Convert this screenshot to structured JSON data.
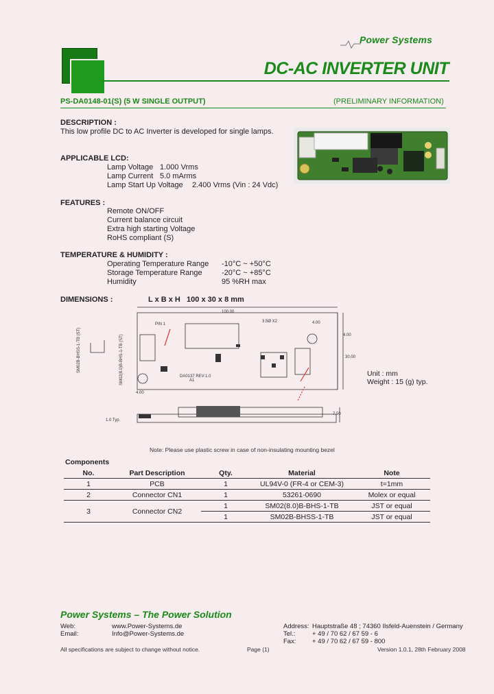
{
  "brand": "Power Systems",
  "title": "DC-AC INVERTER UNIT",
  "model": "PS-DA0148-01(S) (5 W SINGLE OUTPUT)",
  "preliminary": "(PRELIMINARY INFORMATION)",
  "description": {
    "heading": "DESCRIPTION :",
    "text": "This low profile DC to AC Inverter is developed for single lamps."
  },
  "lcd": {
    "heading": "APPLICABLE LCD:",
    "rows": [
      {
        "label": "Lamp Voltage",
        "value": "1.000 Vrms"
      },
      {
        "label": "Lamp Current",
        "value": "5.0 mArms"
      },
      {
        "label": "Lamp Start Up Voltage",
        "value": "2.400 Vrms (Vin : 24 Vdc)"
      }
    ]
  },
  "features": {
    "heading": "FEATURES :",
    "items": [
      "Remote ON/OFF",
      "Current balance circuit",
      "Extra high starting Voltage",
      "RoHS compliant (S)"
    ]
  },
  "temp": {
    "heading": "TEMPERATURE & HUMIDITY :",
    "rows": [
      {
        "label": "Operating Temperature Range",
        "value": "-10°C ~ +50°C"
      },
      {
        "label": "Storage Temperature Range",
        "value": "-20°C ~ +85°C"
      },
      {
        "label": "Humidity",
        "value": "95 %RH max"
      }
    ]
  },
  "dimensions": {
    "heading": "DIMENSIONS :",
    "value": "L x B x H   100 x 30 x 8 mm",
    "unit": "Unit : mm",
    "weight": "Weight : 15 (g) typ.",
    "note": "Note: Please use plastic screw in case of non-insulating mounting bezel",
    "drawing_labels": {
      "length": "100.00",
      "pin1": "PIN 1",
      "hole": "3.5Ø X2",
      "right_top": "4.00",
      "right_mid": "4.00",
      "height": "30.00",
      "bottom_left": "4.00",
      "side_height": "7.50",
      "side_typ": "1.0 Typ.",
      "board_text": "DA0137 REV:1.0",
      "board_sub": "A1",
      "conn1": "SM02B-BHSS-1-TB (ST)",
      "conn2": "SM02(8.0)B-BHS-1-TB (ST)"
    }
  },
  "components": {
    "heading": "Components",
    "columns": [
      "No.",
      "Part Description",
      "Qty.",
      "Material",
      "Note"
    ],
    "rows": [
      {
        "no": "1",
        "desc": "PCB",
        "qty": "1",
        "material": "UL94V-0 (FR-4 or CEM-3)",
        "note": "t=1mm"
      },
      {
        "no": "2",
        "desc": "Connector CN1",
        "qty": "1",
        "material": "53261-0690",
        "note": "Molex or equal"
      },
      {
        "no": "3",
        "desc": "Connector CN2",
        "qty": "1",
        "material": "SM02(8.0)B-BHS-1-TB",
        "note": "JST or equal"
      },
      {
        "no": "",
        "desc": "",
        "qty": "1",
        "material": "SM02B-BHSS-1-TB",
        "note": "JST or equal"
      }
    ]
  },
  "footer": {
    "title": "Power Systems – The Power Solution",
    "web_label": "Web:",
    "web": "www.Power-Systems.de",
    "email_label": "Email:",
    "email": "Info@Power-Systems.de",
    "address_label": "Address:",
    "address": "Hauptstraße 48 ; 74360 Ilsfeld-Auenstein / Germany",
    "tel_label": "Tel.:",
    "tel": "+ 49 / 70 62 / 67 59 - 6",
    "fax_label": "Fax:",
    "fax": "+ 49 / 70 62 / 67 59 - 800",
    "disclaimer": "All specifications are subject to change without notice.",
    "page": "Page (1)",
    "version": "Version 1.0.1, 28th February 2008"
  },
  "colors": {
    "brand_green": "#1a8a1a",
    "background": "#f7ecee"
  }
}
